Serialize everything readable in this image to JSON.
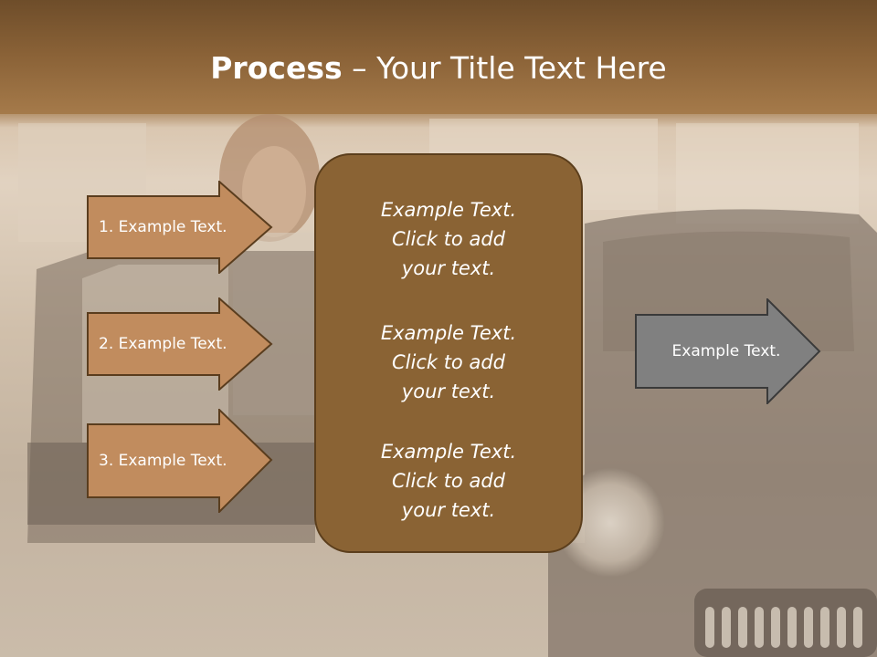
{
  "title": {
    "bold": "Process",
    "dash": " – ",
    "rest": "Your Title Text Here"
  },
  "left_arrows": [
    {
      "label": "1. Example Text."
    },
    {
      "label": "2. Example Text."
    },
    {
      "label": "3. Example Text."
    }
  ],
  "center_blocks": [
    {
      "line1": "Example Text.",
      "line2": "Click  to add",
      "line3": "your text."
    },
    {
      "line1": "Example Text.",
      "line2": "Click  to add",
      "line3": "your text."
    },
    {
      "line1": "Example Text.",
      "line2": "Click  to add",
      "line3": "your text."
    }
  ],
  "right_arrow": {
    "label": "Example Text."
  },
  "colors": {
    "header": "#7a5630",
    "left_arrow_fill": "#c18c5e",
    "center_fill": "#8a6334",
    "right_arrow_fill": "#808080"
  }
}
